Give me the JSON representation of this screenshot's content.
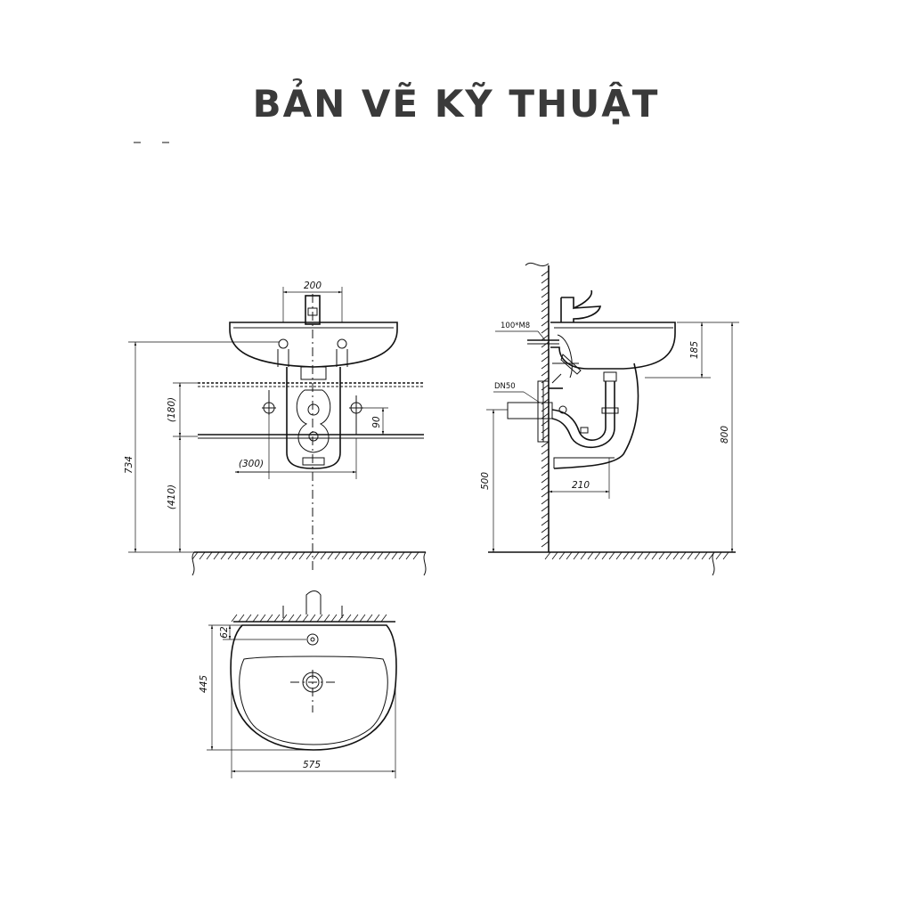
{
  "title": "BẢN VẼ KỸ THUẬT",
  "front_view": {
    "dim_top": "200",
    "dim_total_height": "734",
    "dim_upper_bracket": "(180)",
    "dim_lower_bracket": "(410)",
    "dim_pipe_span": "(300)",
    "dim_pipe_offset": "90"
  },
  "side_view": {
    "label_bolt": "100*M8",
    "label_drain": "DN50",
    "dim_rim_depth": "185",
    "dim_total_height": "800",
    "dim_drain_height": "500",
    "dim_drain_projection": "210"
  },
  "top_view": {
    "dim_depth": "445",
    "dim_tap_offset": "62",
    "dim_width": "575"
  }
}
